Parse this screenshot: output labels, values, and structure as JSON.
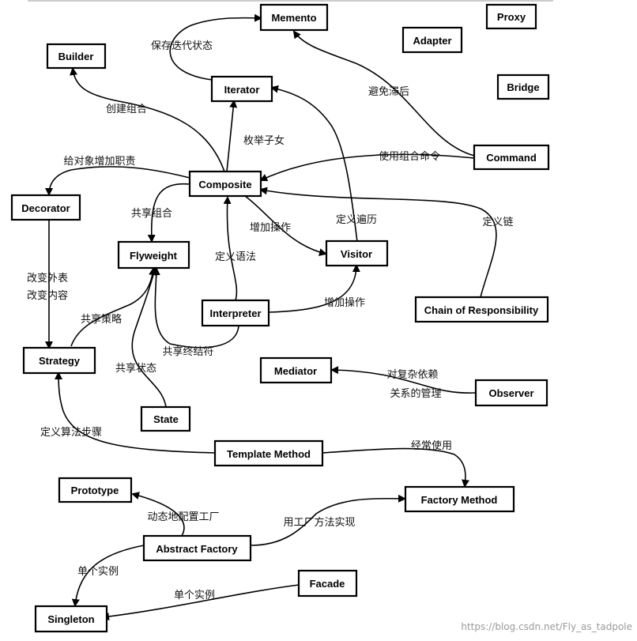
{
  "patterns": {
    "memento": "Memento",
    "proxy": "Proxy",
    "builder": "Builder",
    "adapter": "Adapter",
    "iterator": "Iterator",
    "bridge": "Bridge",
    "command": "Command",
    "composite": "Composite",
    "decorator": "Decorator",
    "flyweight": "Flyweight",
    "visitor": "Visitor",
    "chain": "Chain of Responsibility",
    "interpreter": "Interpreter",
    "strategy": "Strategy",
    "mediator": "Mediator",
    "observer": "Observer",
    "state": "State",
    "template_method": "Template Method",
    "prototype": "Prototype",
    "factory_method": "Factory Method",
    "abstract_factory": "Abstract Factory",
    "facade": "Facade",
    "singleton": "Singleton"
  },
  "relations": {
    "save_iteration_state": "保存迭代状态",
    "avoid_lag": "避免滞后",
    "create_composition": "创建组合",
    "enumerate_children": "枚举子女",
    "add_responsibilities": "给对象增加职责",
    "use_composite_command": "使用组合命令",
    "share_composite": "共享组合",
    "add_operation_1": "增加操作",
    "define_traversal": "定义遍历",
    "define_chain": "定义链",
    "define_grammar": "定义语法",
    "change_skin_line1": "改变外表",
    "change_skin_line2": "改变内容",
    "share_strategy": "共享策略",
    "add_operation_2": "增加操作",
    "share_terminal": "共享终结符",
    "share_state": "共享状态",
    "complex_dependency_line1": "对复杂依赖",
    "complex_dependency_line2": "关系的管理",
    "define_algorithm_steps": "定义算法步骤",
    "often_use": "经常使用",
    "dynamic_config_factory": "动态地配置工厂",
    "implement_with_factory_method": "用工厂方法实现",
    "single_instance_1": "单个实例",
    "single_instance_2": "单个实例"
  },
  "watermark": "https://blog.csdn.net/Fly_as_tadpole"
}
